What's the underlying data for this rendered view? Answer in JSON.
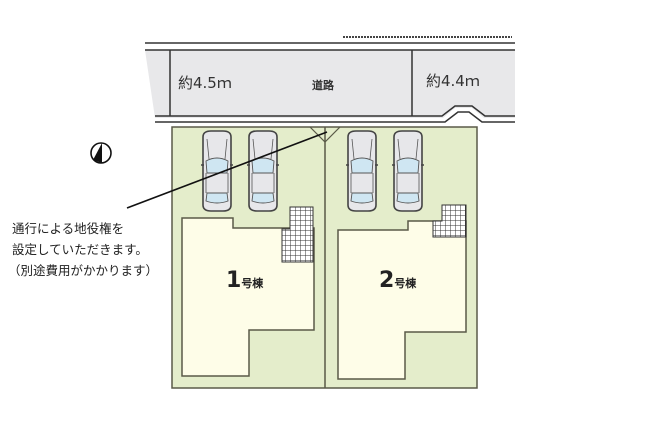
{
  "road": {
    "name": "道路",
    "width_left": "約4.5ｍ",
    "width_right": "約4.4ｍ"
  },
  "houses": [
    {
      "number": "1",
      "suffix": "号棟"
    },
    {
      "number": "2",
      "suffix": "号棟"
    }
  ],
  "note": {
    "lines": [
      "通行による地役権を",
      "設定していただきます。",
      "（別途費用がかかります）"
    ]
  },
  "compass": {
    "icon": "north-arrow-icon"
  },
  "colors": {
    "road_fill": "#e8e8ea",
    "lot_fill": "#e4edcb",
    "house_fill": "#fefde8",
    "outline": "#5a5a48",
    "car_body": "#e7e7ea",
    "car_glass": "#cfe6f2"
  }
}
